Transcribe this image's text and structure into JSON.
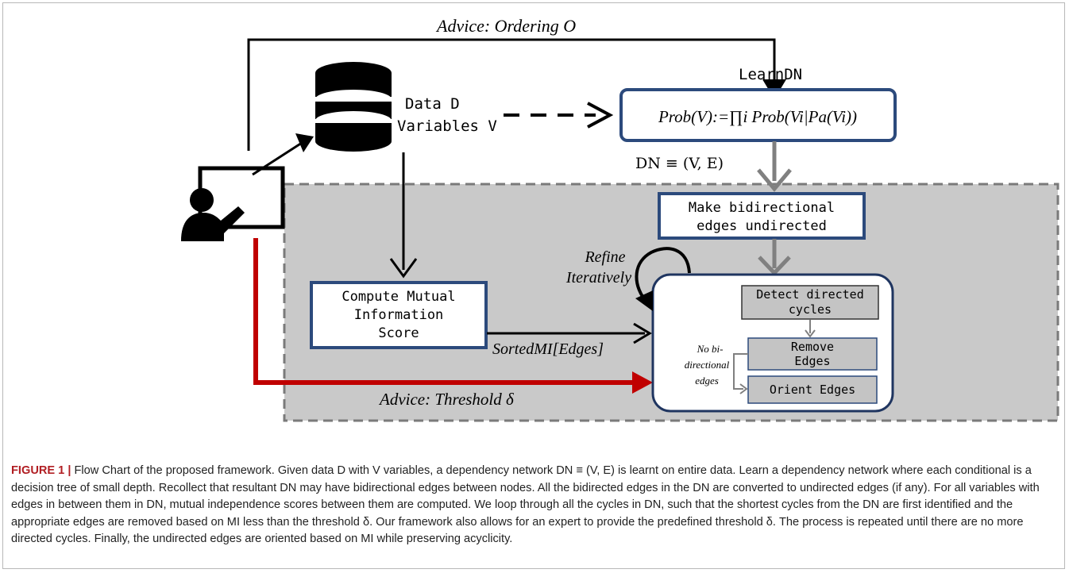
{
  "diagram": {
    "advice_ordering": "Advice: Ordering O",
    "learn_dn": "LearnDN",
    "data_line1": "Data D",
    "data_line2": "Variables V",
    "prob_formula": "Prob(V):=∏i Prob(Vi|Pa(Vi))",
    "dn_def": "DN ≡ (V, E)",
    "make_bidir_line1": "Make bidirectional",
    "make_bidir_line2": "edges undirected",
    "refine_line1": "Refine",
    "refine_line2": "Iteratively",
    "compute_line1": "Compute Mutual",
    "compute_line2": "Information",
    "compute_line3": "Score",
    "sorted_mi": "SortedMI[Edges]",
    "detect_line1": "Detect directed",
    "detect_line2": "cycles",
    "remove_line1": "Remove",
    "remove_line2": "Edges",
    "orient": "Orient Edges",
    "nobidir_line1": "No bi-",
    "nobidir_line2": "directional",
    "nobidir_line3": "edges",
    "advice_threshold": "Advice: Threshold δ",
    "colors": {
      "box_border": "#2c4a7c",
      "gray_region": "#c9c9c9",
      "red_arrow": "#c00000",
      "gray_arrow": "#808080",
      "inner_box": "#c4c4c4"
    },
    "icons": [
      "database-icon",
      "expert-presenter-icon"
    ]
  },
  "caption": {
    "label": "FIGURE 1 |",
    "text": "Flow Chart of the proposed framework. Given data D with V variables, a dependency network DN ≡ (V, E) is learnt on entire data. Learn a dependency network where each conditional is a decision tree of small depth. Recollect that resultant DN may have bidirectional edges between nodes. All the bidirected edges in the DN are converted to undirected edges (if any). For all variables with edges in between them in DN, mutual independence scores between them are computed. We loop through all the cycles in DN, such that the shortest cycles from the DN are first identified and the appropriate edges are removed based on MI less than the threshold δ. Our framework also allows for an expert to provide the predefined threshold δ. The process is repeated until there are no more directed cycles. Finally, the undirected edges are oriented based on MI while preserving acyclicity."
  }
}
